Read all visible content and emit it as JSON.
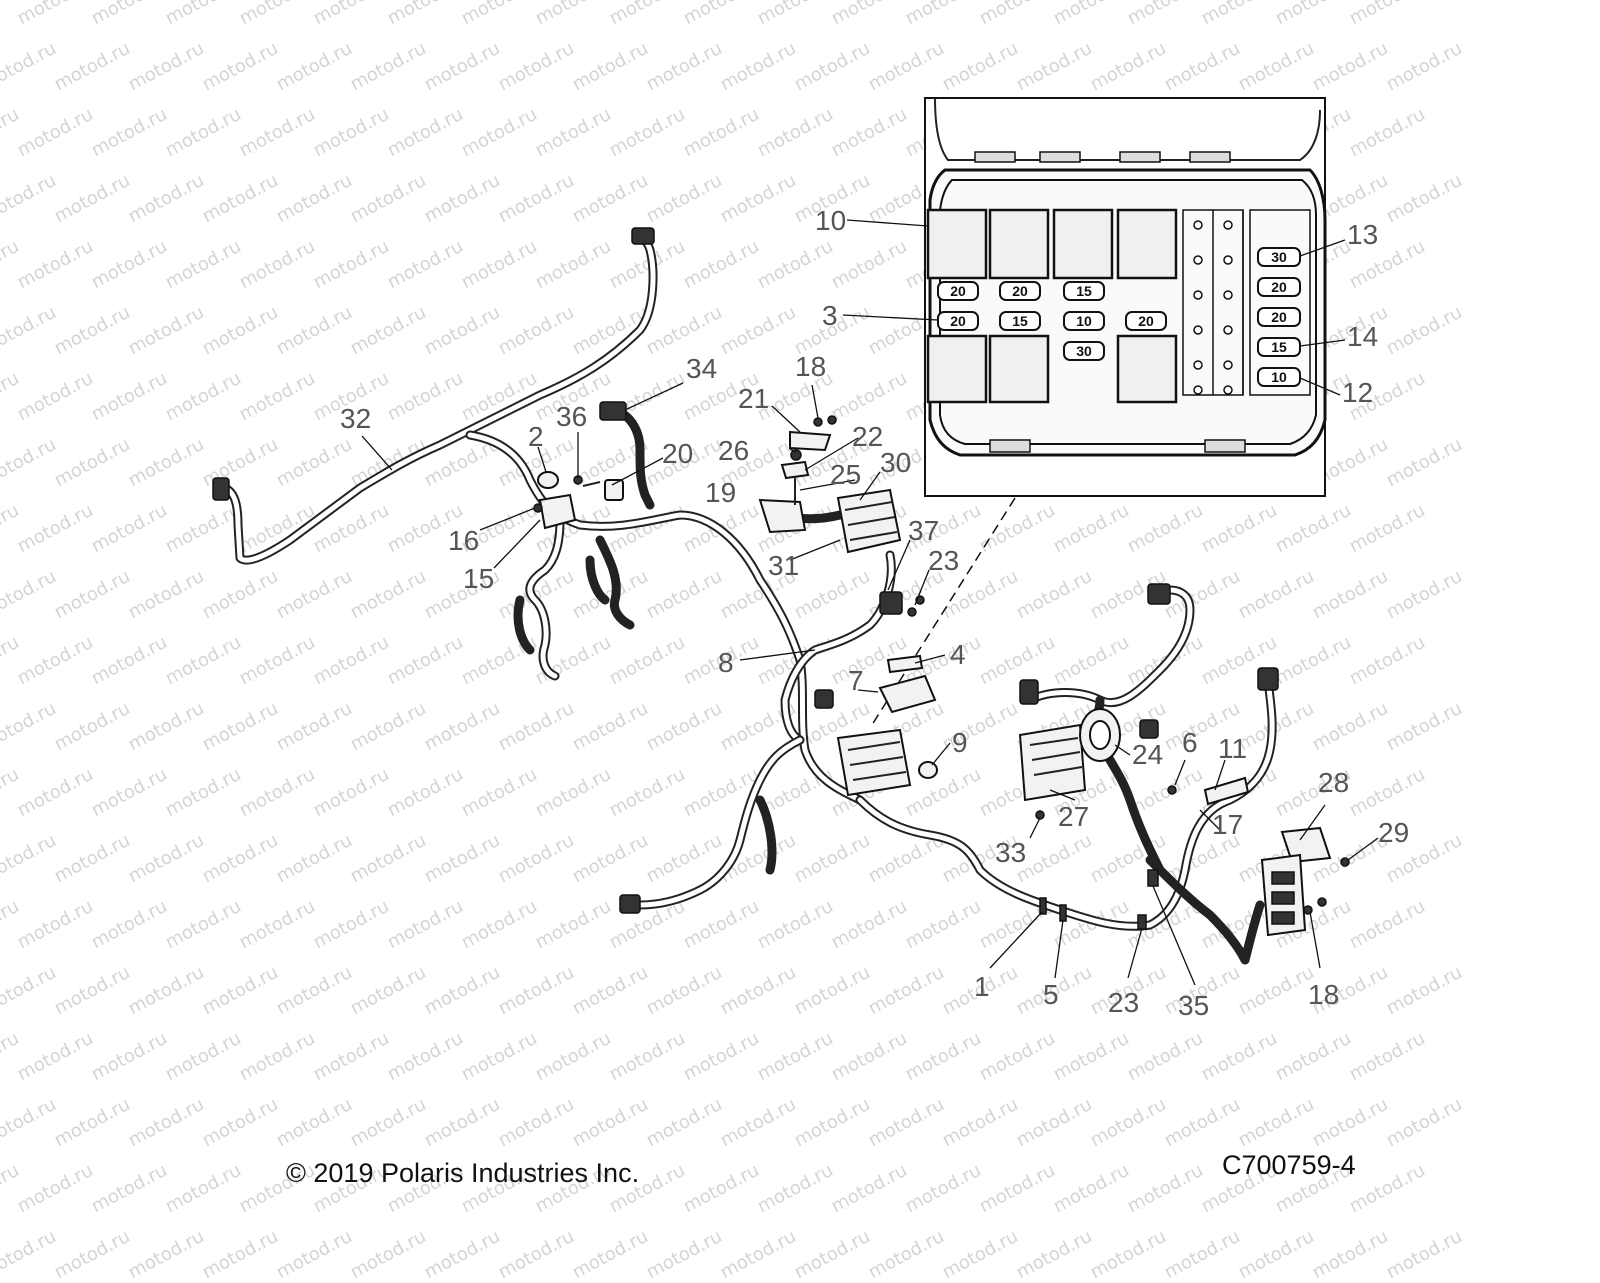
{
  "watermark": "motod.ru",
  "footer": {
    "copyright": "© 2019 Polaris Industries Inc.",
    "code": "C700759-4"
  },
  "callouts": [
    "10",
    "3",
    "13",
    "14",
    "12",
    "18",
    "21",
    "22",
    "26",
    "30",
    "19",
    "25",
    "31",
    "37",
    "34",
    "36",
    "20",
    "2",
    "32",
    "16",
    "15",
    "23",
    "8",
    "4",
    "7",
    "9",
    "24",
    "6",
    "11",
    "27",
    "33",
    "17",
    "28",
    "29",
    "1",
    "5",
    "23",
    "35",
    "18"
  ],
  "fuses": [
    "20",
    "20",
    "15",
    "20",
    "15",
    "10",
    "20",
    "30",
    "30",
    "20",
    "20",
    "15",
    "10"
  ]
}
